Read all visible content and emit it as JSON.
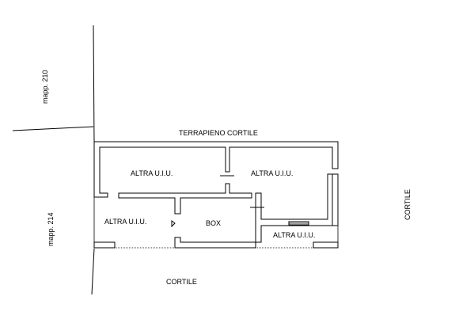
{
  "labels": {
    "mapp_210": "mapp. 210",
    "mapp_214": "mapp. 214",
    "terrapieno": "TERRAPIENO CORTILE",
    "cortile_right": "CORTILE",
    "cortile_bottom": "CORTILE",
    "altra_top_left": "ALTRA U.I.U.",
    "altra_top_right": "ALTRA U.I.U.",
    "altra_bottom_left": "ALTRA U.I.U.",
    "altra_bottom_right": "ALTRA U.I.U.",
    "box": "BOX"
  },
  "colors": {
    "ink": "#000000",
    "paper": "#ffffff"
  }
}
